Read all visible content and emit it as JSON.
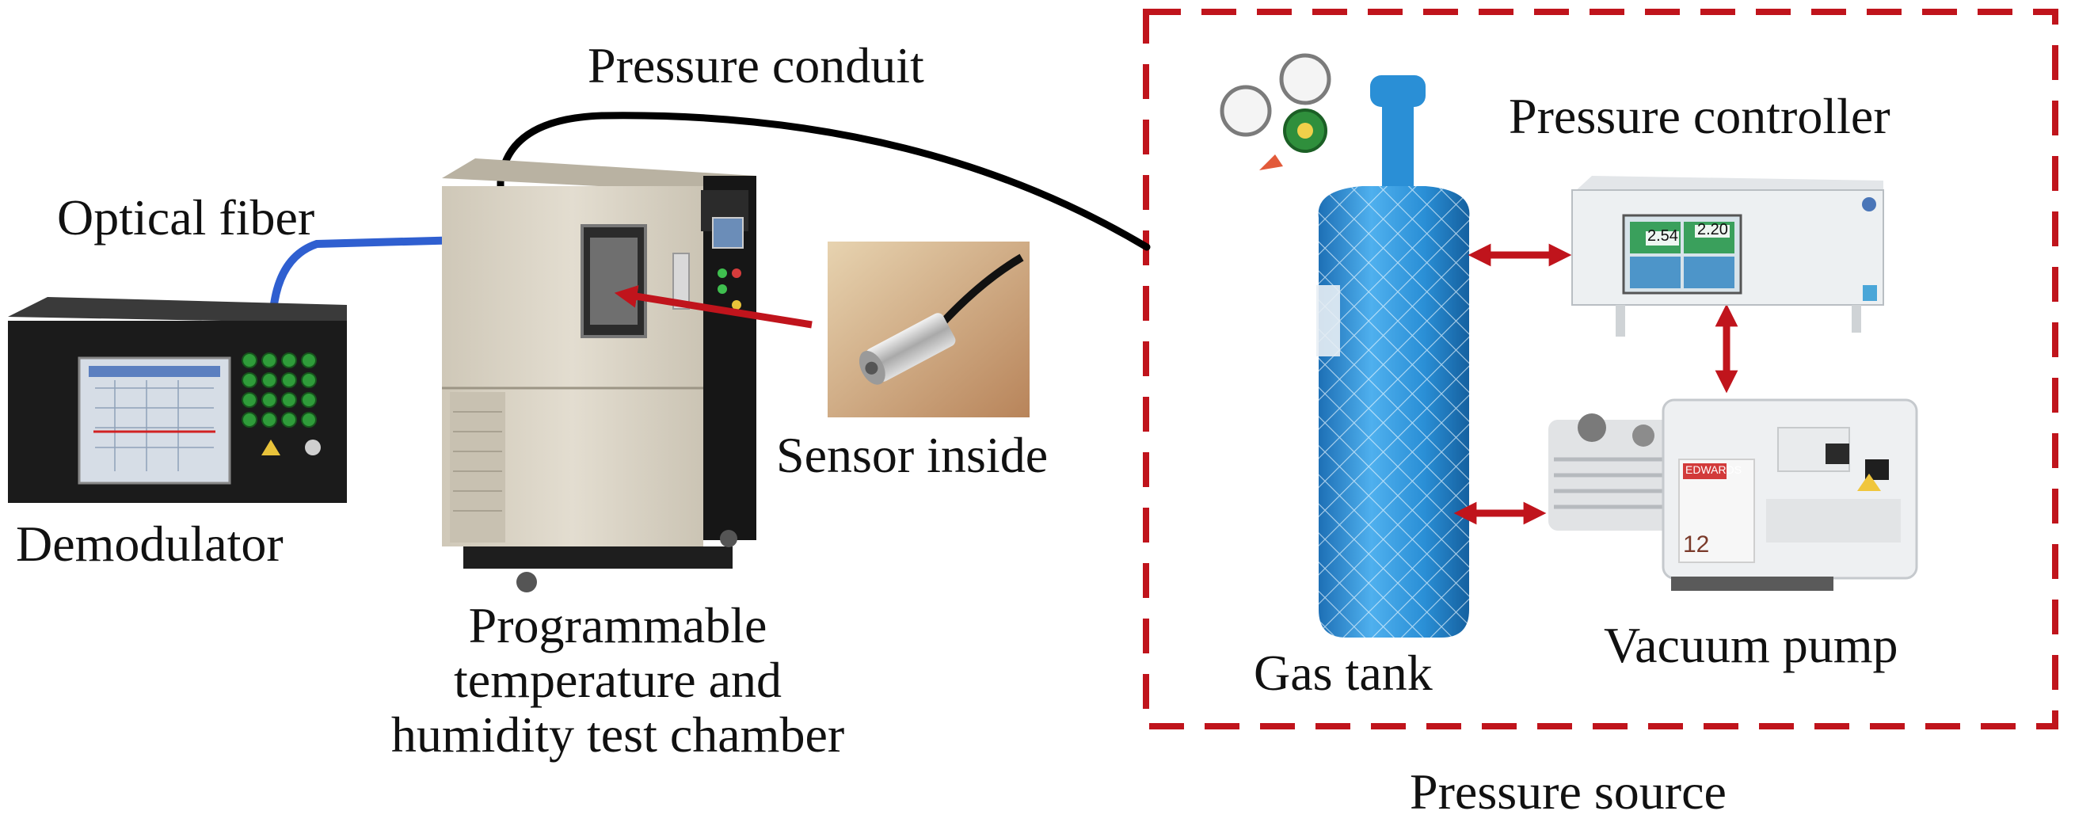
{
  "labels": {
    "pressure_conduit": "Pressure conduit",
    "optical_fiber": "Optical fiber",
    "demodulator": "Demodulator",
    "chamber_line1": "Programmable",
    "chamber_line2": "temperature and",
    "chamber_line3": "humidity test chamber",
    "sensor_inside": "Sensor inside",
    "pressure_controller": "Pressure controller",
    "gas_tank": "Gas tank",
    "vacuum_pump": "Vacuum pump",
    "pressure_source": "Pressure source"
  },
  "controller_screen": {
    "value_a": "2.54",
    "value_b": "2.20"
  },
  "pump_brand": "EDWARDS",
  "pump_model": "12",
  "colors": {
    "dashed_box": "#c0141c",
    "arrow_red": "#c0141c",
    "fiber_blue": "#2f5fd0",
    "conduit_black": "#000000",
    "tank_blue": "#2a8fd6"
  }
}
